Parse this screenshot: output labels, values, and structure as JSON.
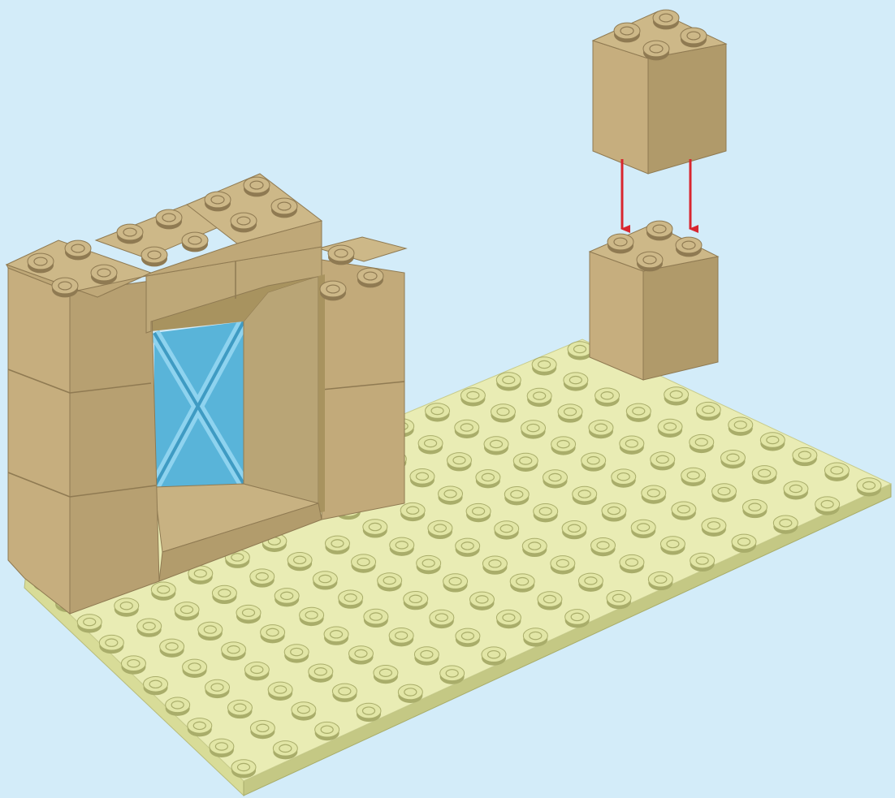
{
  "colors": {
    "background": "#d3ecf9",
    "baseplate_top": "#e9ecb4",
    "baseplate_stud": "#e2e6a6",
    "baseplate_stud_rim": "#a9ad6a",
    "baseplate_side_front": "#d8dc98",
    "baseplate_side_right": "#c4c884",
    "brick_top": "#cdb888",
    "brick_left": "#c6ae7e",
    "brick_right": "#b09a6a",
    "brick_shadow": "#8f7a52",
    "window_frame": "#b9a576",
    "window_pane": "#59b4d9",
    "window_pane_light": "#8ed3ef",
    "arrow": "#d8262f"
  },
  "instruction_step": {
    "components": [
      {
        "name": "baseplate",
        "studs_columns": 10,
        "studs_rows": 16
      },
      {
        "name": "wall-with-window",
        "bricks": 9,
        "window": "blue-cross-pane"
      },
      {
        "name": "placed-2x2-brick"
      },
      {
        "name": "falling-2x2-brick",
        "direction": "down"
      }
    ],
    "arrow_count": 2,
    "arrow_icon": "arrow-down-icon"
  }
}
